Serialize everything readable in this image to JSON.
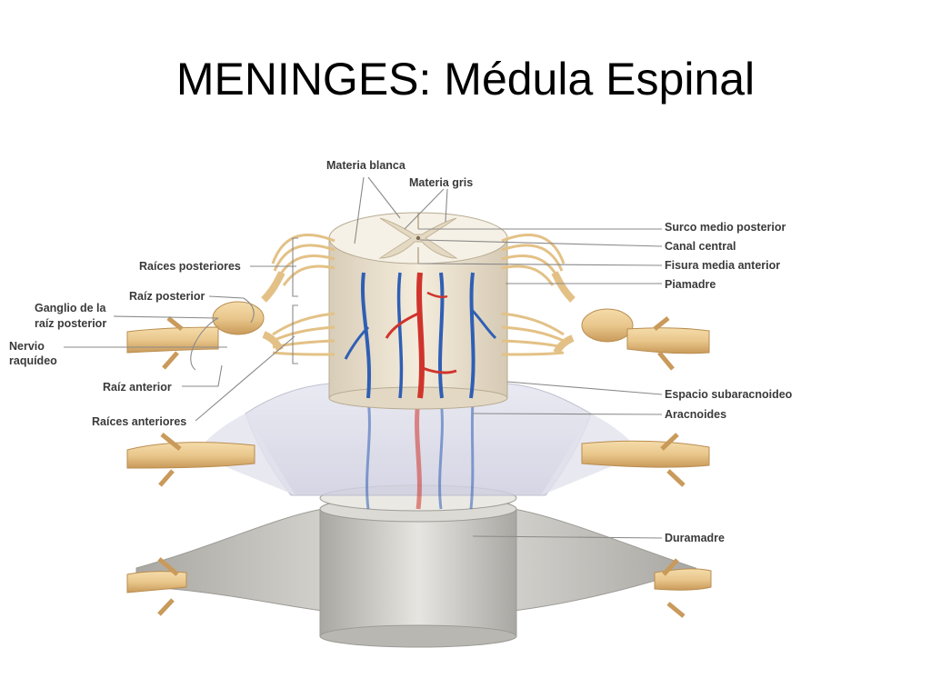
{
  "title": "MENINGES: Médula Espinal",
  "labels": {
    "materia_blanca": "Materia blanca",
    "materia_gris": "Materia gris",
    "surco_medio_posterior": "Surco medio posterior",
    "canal_central": "Canal central",
    "fisura_media_anterior": "Fisura media anterior",
    "piamadre": "Piamadre",
    "espacio_subaracnoideo": "Espacio subaracnoideo",
    "aracnoides": "Aracnoides",
    "duramadre": "Duramadre",
    "raices_posteriores": "Raíces posteriores",
    "raiz_posterior": "Raíz posterior",
    "ganglio_line1": "Ganglio de la",
    "ganglio_line2": "raíz posterior",
    "nervio_line1": "Nervio",
    "nervio_line2": "raquídeo",
    "raiz_anterior": "Raíz anterior",
    "raices_anteriores": "Raíces anteriores"
  },
  "colors": {
    "nerve": "#e8c890",
    "grey_matter": "#ece4d4",
    "white_matter": "#f3ede2",
    "vein": "#2f5fb4",
    "artery": "#d0342c",
    "dura": "#c9c7c2",
    "arachnoid": "#dcdceb"
  }
}
